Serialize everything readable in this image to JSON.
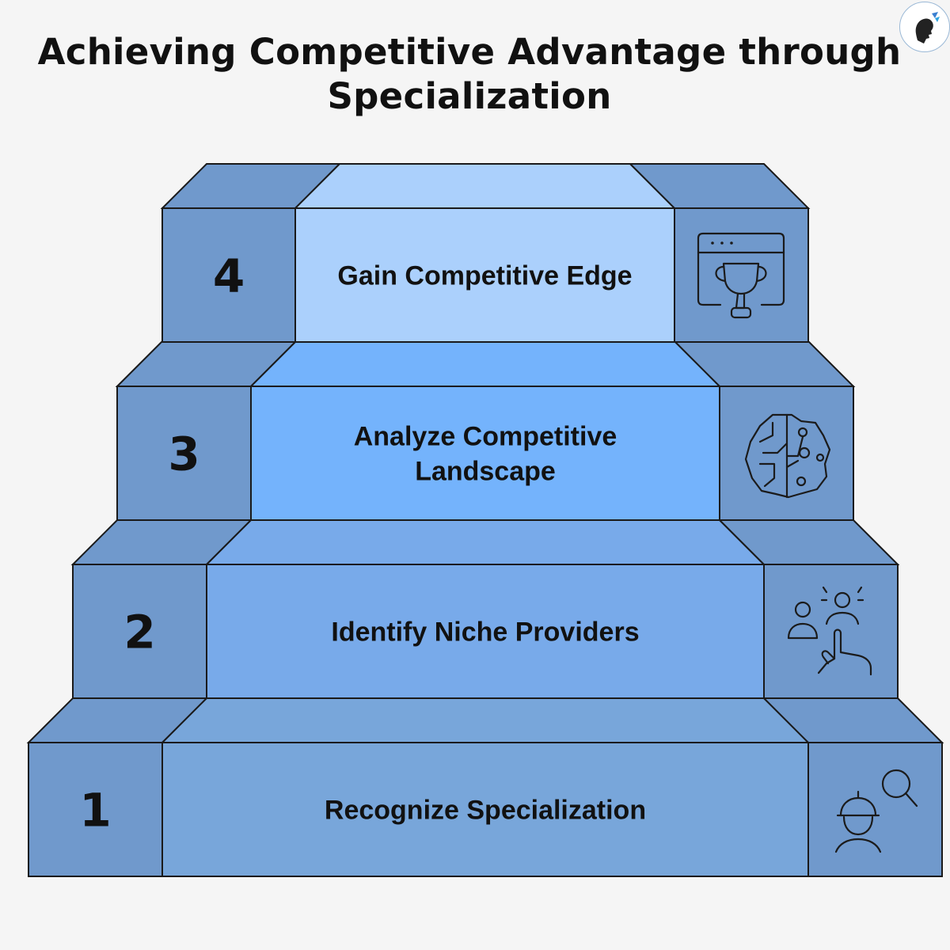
{
  "title": {
    "line1": "Achieving Competitive Advantage through",
    "line2": "Specialization"
  },
  "steps": [
    {
      "number": "1",
      "lines": [
        "Recognize Specialization"
      ],
      "icon": "worker-search-icon"
    },
    {
      "number": "2",
      "lines": [
        "Identify Niche Providers"
      ],
      "icon": "people-pointer-icon"
    },
    {
      "number": "3",
      "lines": [
        "Analyze Competitive",
        "Landscape"
      ],
      "icon": "brain-circuit-icon"
    },
    {
      "number": "4",
      "lines": [
        "Gain Competitive Edge"
      ],
      "icon": "browser-trophy-icon"
    }
  ],
  "colors": {
    "background": "#f5f5f5",
    "side_blocks": "#7099cc",
    "step1_center": "#78a6da",
    "step2_center": "#78aaea",
    "step3_center": "#74b3fc",
    "step4_center": "#abd0fc",
    "outline": "#1a1a1a"
  }
}
